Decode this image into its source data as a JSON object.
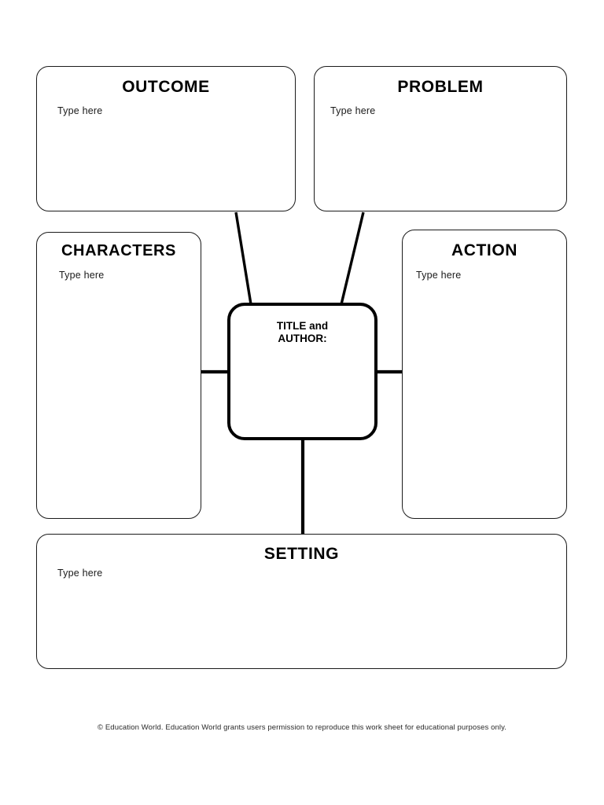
{
  "worksheet": {
    "type": "story-map-graphic-organizer",
    "placeholder_text": "Type here",
    "center": {
      "label_line1": "TITLE and",
      "label_line2": "AUTHOR:"
    },
    "boxes": [
      {
        "id": "outcome",
        "title": "OUTCOME",
        "placeholder": "Type here"
      },
      {
        "id": "problem",
        "title": "PROBLEM",
        "placeholder": "Type here"
      },
      {
        "id": "characters",
        "title": "CHARACTERS",
        "placeholder": "Type here"
      },
      {
        "id": "action",
        "title": "ACTION",
        "placeholder": "Type here"
      },
      {
        "id": "setting",
        "title": "SETTING",
        "placeholder": "Type here"
      }
    ],
    "footer": {
      "credit": "© Education World. Education World grants users permission to reproduce this work sheet for educational purposes only."
    },
    "colors": {
      "page_background": "#ffffff",
      "box_outline": "#1b1b1b",
      "center_outline": "#000000",
      "connector": "#000000",
      "text": "#000000"
    }
  }
}
